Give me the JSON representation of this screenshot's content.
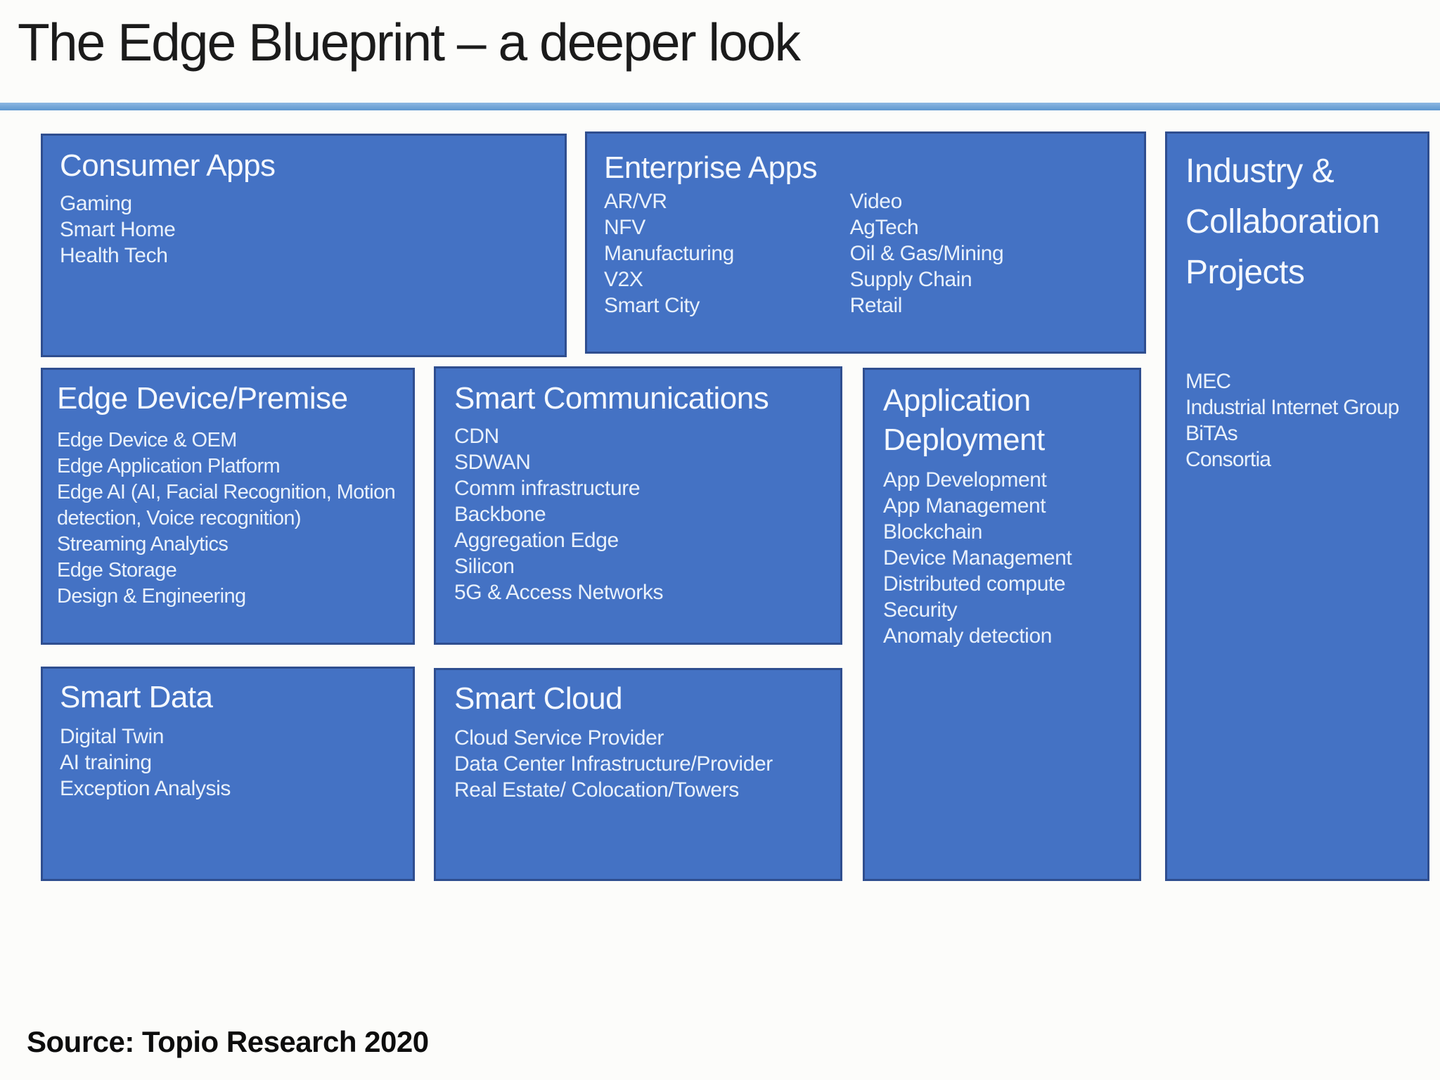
{
  "slide": {
    "title": "The Edge Blueprint – a deeper look",
    "source": "Source: Topio Research 2020"
  },
  "colors": {
    "box-fill": "#4472C4",
    "box-border": "#2F4E8F",
    "divider-top": "#8CB8E2",
    "divider-bottom": "#5E96CF",
    "heading-text": "#F4F8FE",
    "body-text": "#E9F1FB",
    "title-text": "#1B1B1B",
    "page-bg": "#FCFCFA"
  },
  "boxes": {
    "consumer_apps": {
      "title": "Consumer Apps",
      "items": [
        "Gaming",
        "Smart Home",
        "Health Tech"
      ]
    },
    "enterprise_apps": {
      "title": "Enterprise Apps",
      "items_left": [
        "AR/VR",
        "NFV",
        "Manufacturing",
        "V2X",
        "Smart City"
      ],
      "items_right": [
        "Video",
        "AgTech",
        "Oil & Gas/Mining",
        "Supply Chain",
        "Retail"
      ]
    },
    "industry_collaboration": {
      "title": "Industry & Collaboration Projects",
      "items": [
        "MEC",
        "Industrial Internet Group",
        "BiTAs",
        "Consortia"
      ]
    },
    "edge_device_premise": {
      "title": "Edge Device/Premise",
      "items": [
        "Edge Device & OEM",
        "Edge Application Platform",
        "Edge AI (AI, Facial Recognition, Motion detection, Voice recognition)",
        "Streaming Analytics",
        "Edge Storage",
        "Design & Engineering"
      ]
    },
    "smart_communications": {
      "title": "Smart Communications",
      "items": [
        "CDN",
        "SDWAN",
        "Comm infrastructure",
        "Backbone",
        "Aggregation Edge",
        "Silicon",
        "5G & Access Networks"
      ]
    },
    "application_deployment": {
      "title": "Application Deployment",
      "items": [
        "App Development",
        "App Management",
        "Blockchain",
        "Device Management",
        "Distributed compute",
        "Security",
        "Anomaly detection"
      ]
    },
    "smart_data": {
      "title": "Smart Data",
      "items": [
        "Digital Twin",
        "AI training",
        "Exception Analysis"
      ]
    },
    "smart_cloud": {
      "title": "Smart Cloud",
      "items": [
        "Cloud Service Provider",
        "Data Center Infrastructure/Provider",
        "Real Estate/ Colocation/Towers"
      ]
    }
  }
}
